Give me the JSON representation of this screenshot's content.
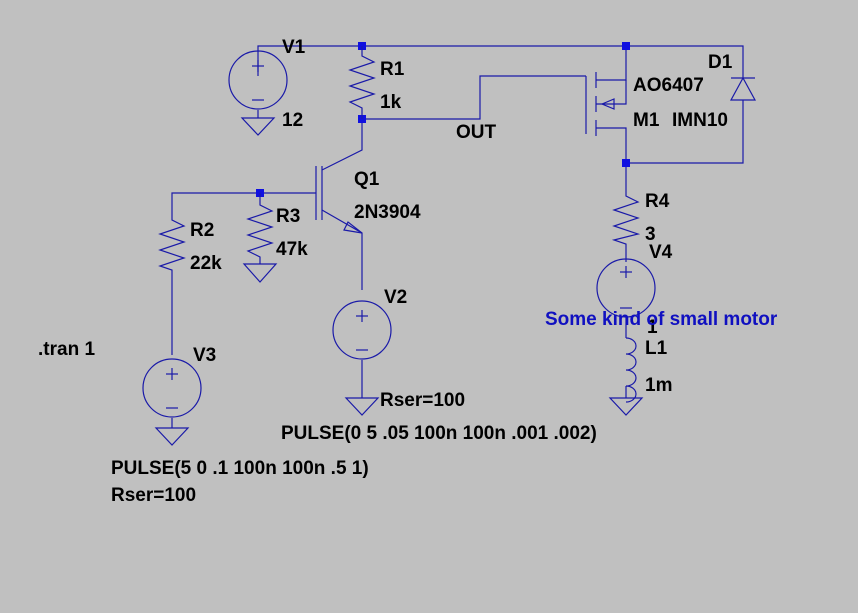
{
  "schematic": {
    "background": "#c0c0c0",
    "wire_color": "#1a1aa8",
    "junction_color": "#1010e0",
    "components": [
      {
        "ref": "V1",
        "value": "12",
        "kind": "voltage-source"
      },
      {
        "ref": "R1",
        "value": "1k",
        "kind": "resistor"
      },
      {
        "ref": "Q1",
        "value": "2N3904",
        "kind": "npn-transistor"
      },
      {
        "ref": "R2",
        "value": "22k",
        "kind": "resistor"
      },
      {
        "ref": "R3",
        "value": "47k",
        "kind": "resistor"
      },
      {
        "ref": "V2",
        "value": "Rser=100",
        "param": "PULSE(0 5 .05 100n 100n .001 .002)",
        "kind": "voltage-source"
      },
      {
        "ref": "V3",
        "value": "PULSE(5 0 .1 100n 100n .5 1)",
        "param": "Rser=100",
        "kind": "voltage-source"
      },
      {
        "ref": "M1",
        "value": "AO6407",
        "extra": "IMN10",
        "kind": "p-mosfet"
      },
      {
        "ref": "D1",
        "kind": "diode"
      },
      {
        "ref": "R4",
        "value": "3",
        "kind": "resistor"
      },
      {
        "ref": "V4",
        "value": "1",
        "kind": "voltage-source"
      },
      {
        "ref": "L1",
        "value": "1m",
        "kind": "inductor"
      }
    ],
    "net_label": "OUT",
    "directive": ".tran 1",
    "comment": "Some kind of small motor"
  }
}
